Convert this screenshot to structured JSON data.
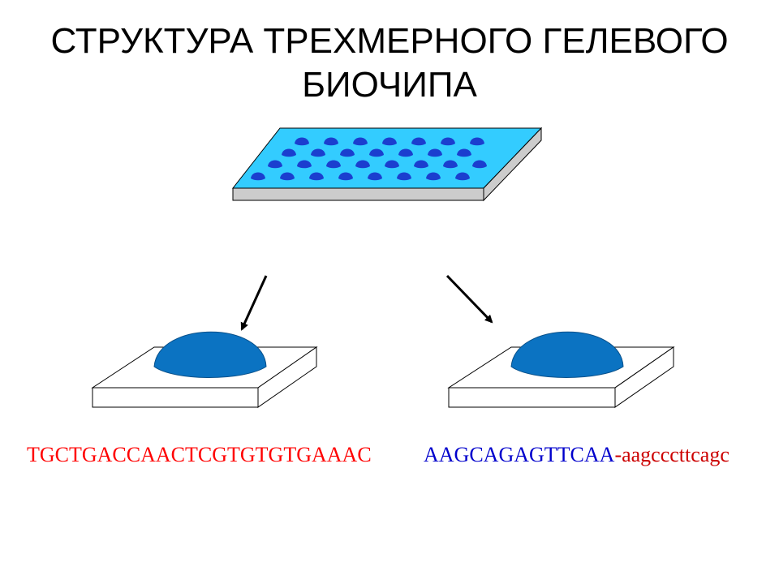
{
  "title": {
    "line1": "СТРУКТУРА ТРЕХМЕРНОГО ГЕЛЕВОГО",
    "line2": "БИОЧИПА"
  },
  "sequences": {
    "left": {
      "text": "TGCTGACCAACTCGTGTGTGAAAC",
      "color": "#ff0000"
    },
    "right": {
      "primary": "AAGCAGAGTTCAA",
      "primary_color": "#0000cc",
      "suffix": "-aagcccttcagc",
      "suffix_color": "#cc0000"
    }
  },
  "colors": {
    "chip_surface": "#33ccff",
    "chip_side": "#cccccc",
    "gel_pad": "#1b3ecf",
    "gel_drop": "#0b73c2",
    "substrate": "#ffffff",
    "arrow": "#000000"
  }
}
